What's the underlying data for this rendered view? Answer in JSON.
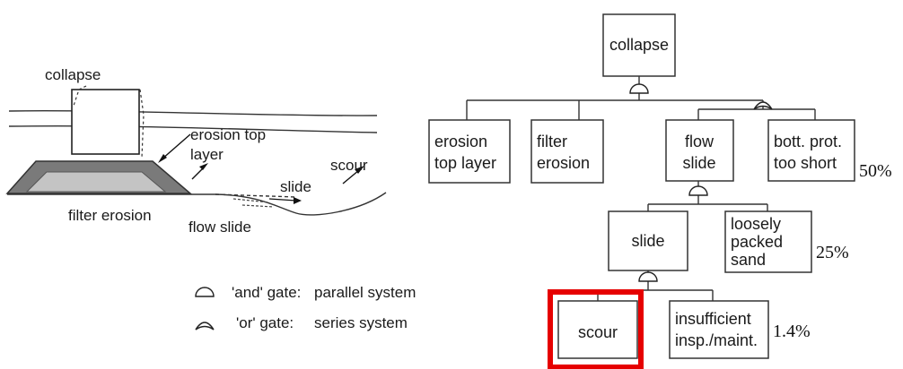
{
  "sketch": {
    "labels": {
      "collapse": "collapse",
      "erosion_top_layer_1": "erosion top",
      "erosion_top_layer_2": "layer",
      "scour": "scour",
      "slide": "slide",
      "filter_erosion": "filter erosion",
      "flow_slide": "flow slide"
    }
  },
  "legend": {
    "and_gate": {
      "name": "'and' gate:",
      "meaning": "parallel system"
    },
    "or_gate": {
      "name": "'or' gate:",
      "meaning": "series system"
    }
  },
  "fault_tree": {
    "top": {
      "lines": [
        "collapse"
      ]
    },
    "level1": [
      {
        "lines": [
          "erosion",
          "top layer"
        ]
      },
      {
        "lines": [
          "filter",
          "erosion"
        ]
      },
      {
        "lines": [
          "flow",
          "slide"
        ]
      },
      {
        "lines": [
          "bott. prot.",
          "too short"
        ],
        "probability": "50%"
      }
    ],
    "level2": [
      {
        "lines": [
          "slide"
        ]
      },
      {
        "lines": [
          "loosely",
          "packed",
          "sand"
        ],
        "probability": "25%"
      }
    ],
    "level3": [
      {
        "lines": [
          "scour"
        ],
        "highlighted": true
      },
      {
        "lines": [
          "insufficient",
          "insp./maint."
        ],
        "probability": "1.4%"
      }
    ],
    "highlight_color": "#e60000"
  }
}
